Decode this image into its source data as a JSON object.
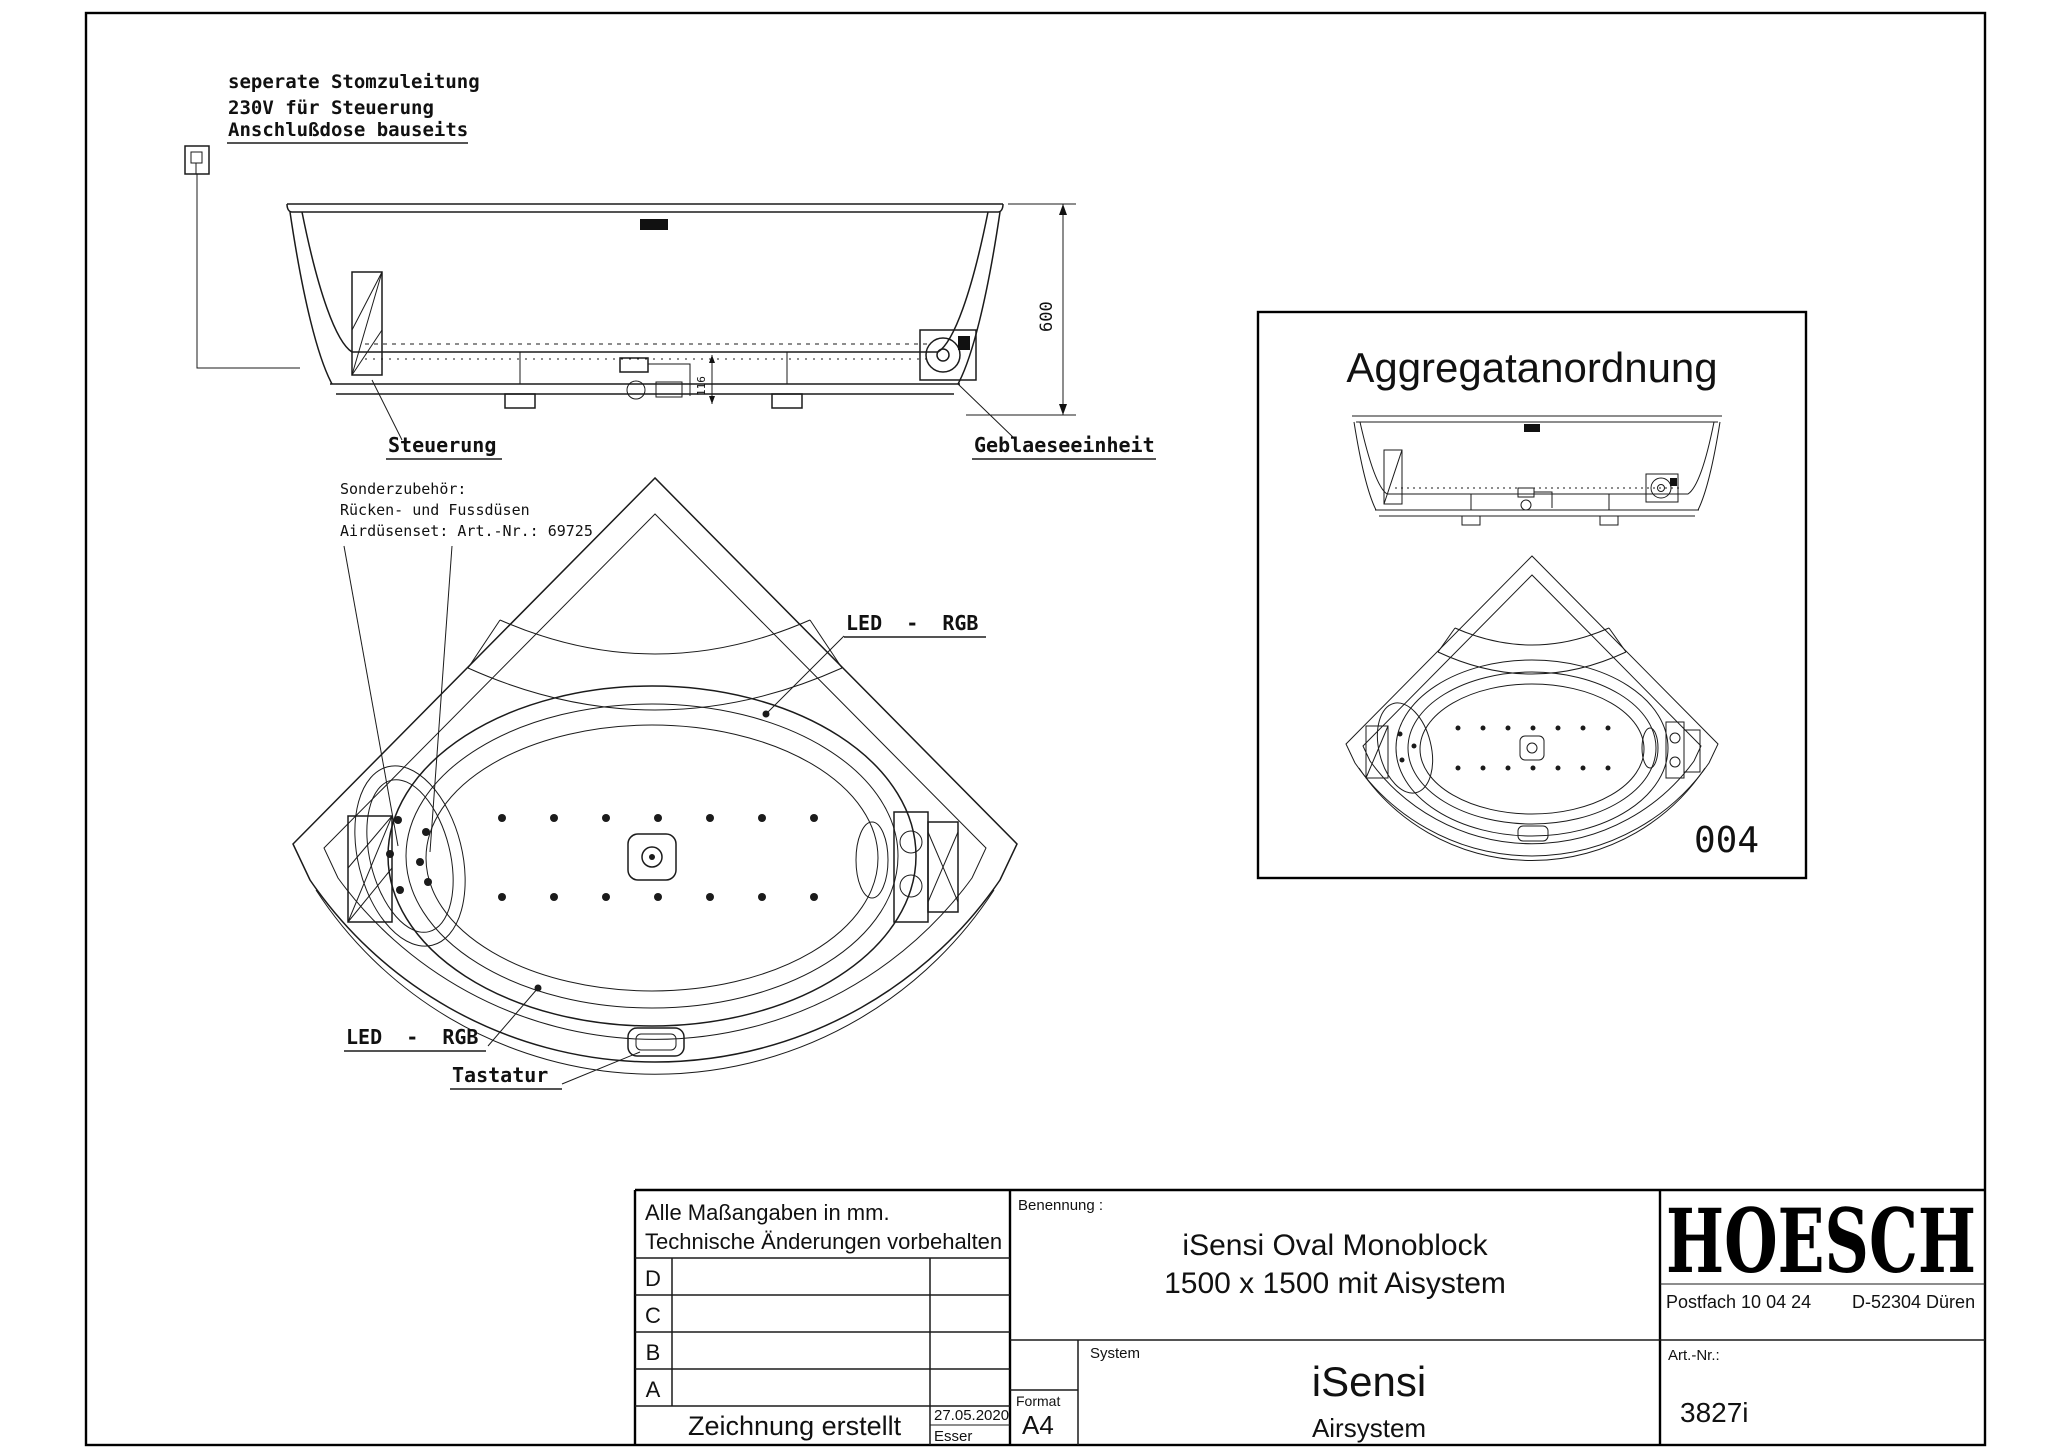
{
  "annotations": {
    "power_note_line1": "seperate Stomzuleitung",
    "power_note_line2": "230V für Steuerung",
    "power_note_line3": "Anschlußdose bauseits",
    "steuerung_label": "Steuerung",
    "geblaese_label": "Geblaeseeinheit",
    "dim_600": "600",
    "dim_116": "116",
    "sonder_line1": "Sonderzubehör:",
    "sonder_line2": "Rücken- und Fussdüsen",
    "sonder_line3": "Airdüsenset: Art.-Nr.: 69725",
    "led_rgb_right": "LED  -  RGB",
    "led_rgb_left": "LED  -  RGB",
    "tastatur_label": "Tastatur"
  },
  "aggregat_panel": {
    "title": "Aggregatanordnung",
    "code": "004"
  },
  "title_block": {
    "note_line1": "Alle Maßangaben in mm.",
    "note_line2": "Technische Änderungen vorbehalten",
    "revisions": [
      "D",
      "C",
      "B",
      "A"
    ],
    "created_label": "Zeichnung erstellt",
    "created_date": "27.05.2020",
    "created_by": "Esser",
    "format_label": "Format",
    "format_value": "A4",
    "benennung_label": "Benennung :",
    "title_line1": "iSensi Oval Monoblock",
    "title_line2": "1500 x 1500 mit Aisystem",
    "system_label": "System",
    "system_name": "iSensi",
    "system_sub": "Airsystem",
    "company": "HOESCH",
    "company_po": "Postfach 10 04 24",
    "company_city": "D-52304 Düren",
    "artnr_label": "Art.-Nr.:",
    "artnr_value": "3827i"
  }
}
